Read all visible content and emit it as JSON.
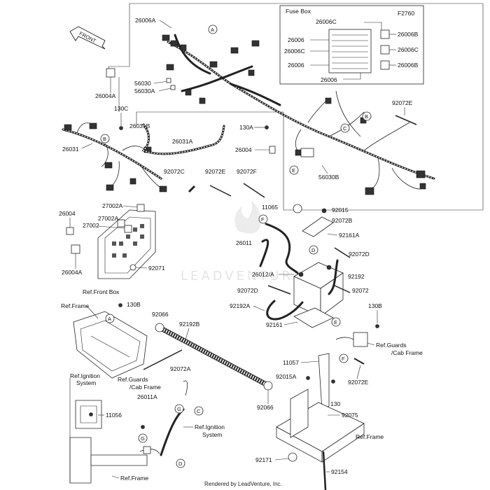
{
  "figure_id": "F2760",
  "fuse_box_title": "Fuse Box",
  "front_label": "FRONT",
  "watermark": "LEADVENTURE",
  "footer": "Rendered by LeadVenture, Inc.",
  "callouts": {
    "A": "A",
    "B": "B",
    "C": "C",
    "D": "D",
    "E": "E",
    "F": "F",
    "G": "G"
  },
  "parts": {
    "p26006A": "26006A",
    "p26004A_top": "26004A",
    "p56030": "56030",
    "p56030A": "56030A",
    "p130C": "130C",
    "p26031B": "26031B",
    "p26031": "26031",
    "p26031A": "26031A",
    "p130A": "130A",
    "p26004": "26004",
    "p56030B": "56030B",
    "p92072E_top": "92072E",
    "p92072C": "92072C",
    "p92072E_mid": "92072E",
    "p92072F": "92072F",
    "p26006C_fb": "26006C",
    "p26006_1": "26006",
    "p26006C_2": "26006C",
    "p26006_3": "26006",
    "p26006_4": "26006",
    "p26006B_1": "26006B",
    "p26006C_r": "26006C",
    "p26006B_2": "26006B",
    "p27002A_1": "27002A",
    "p26004_left": "26004",
    "p27002A_2": "27002A",
    "p27002": "27002",
    "p26004A_left": "26004A",
    "p92071": "92071",
    "ref_front_box": "Ref.Front Box",
    "p11065": "11065",
    "p92015": "92015",
    "p92072B": "92072B",
    "p92161A": "92161A",
    "p26011": "26011",
    "p92072D_1": "92072D",
    "p26012A": "26012/A",
    "p92192": "92192",
    "p92072D_2": "92072D",
    "p92072": "92072",
    "p92192A": "92192A",
    "p92161": "92161",
    "ref_frame_1": "Ref.Frame",
    "p130B_1": "130B",
    "p92066_1": "92066",
    "p92192B": "92192B",
    "p92072A": "92072A",
    "p92066_2": "92066",
    "p130B_2": "130B",
    "ref_guards_1a": "Ref.Guards",
    "ref_guards_1b": "/Cab Frame",
    "p11057": "11057",
    "p92015A": "92015A",
    "p130": "130",
    "p92072E_low": "92072E",
    "ref_ign_1a": "Ref.Ignition",
    "ref_ign_1b": "System",
    "ref_guards_2a": "Ref.Guards",
    "ref_guards_2b": "/Cab Frame",
    "p26011A": "26011A",
    "p11056": "11056",
    "ref_ign_2a": "Ref.Ignition",
    "ref_ign_2b": "System",
    "p92075": "92075",
    "ref_frame_2": "Ref.Frame",
    "ref_frame_3": "Ref.Frame",
    "p92171": "92171",
    "p92154": "92154"
  }
}
